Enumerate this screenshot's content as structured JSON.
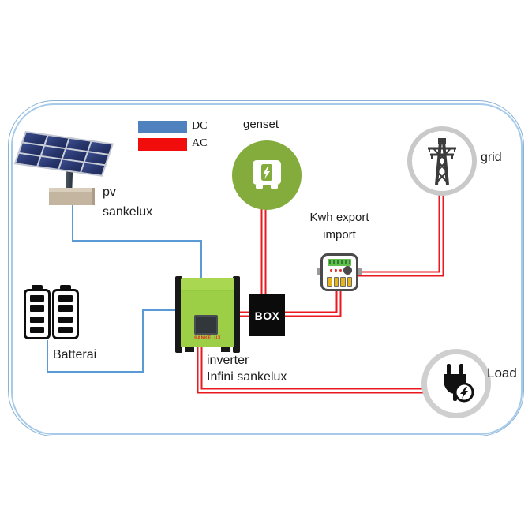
{
  "legend": {
    "dc": "DC",
    "ac": "AC"
  },
  "nodes": {
    "pv": {
      "line1": "pv",
      "line2": "sankelux"
    },
    "genset": {
      "label": "genset"
    },
    "grid": {
      "label": "grid"
    },
    "battery": {
      "label": "Batterai"
    },
    "inverter": {
      "line1": "inverter",
      "line2": "Infini sankelux",
      "brand": "SANKELUX"
    },
    "box": {
      "label": "BOX"
    },
    "meter": {
      "line1": "Kwh export",
      "line2": "import"
    },
    "load": {
      "label": "Load"
    }
  },
  "colors": {
    "dc_line": "#5B9BD5",
    "ac_line": "#E8191F",
    "legend_dc": "#4E81BD",
    "legend_ac": "#F20D0D",
    "genset_green": "#84AC3C",
    "inverter_green": "#9CCF45",
    "frame_blue": "#A6CAEA",
    "circle_ring_gray": "#CFCFCF"
  },
  "icons": {
    "pv": "solar-panel-icon",
    "genset": "generator-icon",
    "grid": "transmission-tower-icon",
    "battery": "battery-icon",
    "meter": "energy-meter-icon",
    "load": "plug-icon"
  }
}
